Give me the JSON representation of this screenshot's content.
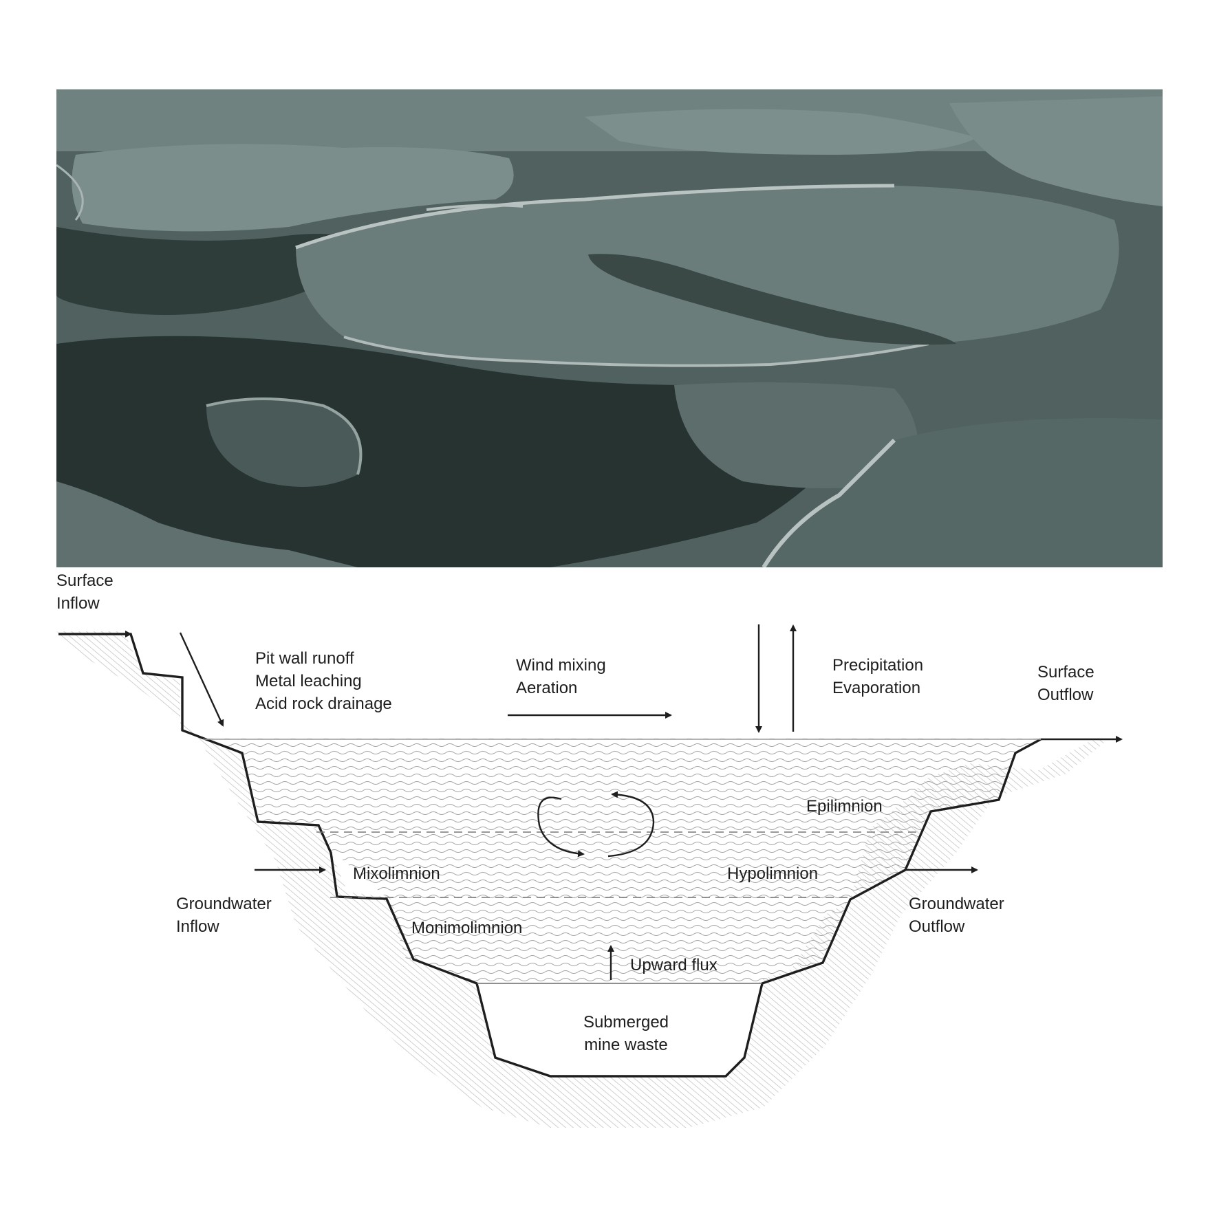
{
  "photo": {
    "description_icon": "aerial-lake-photo",
    "tint": "#5d6e6c"
  },
  "labels": {
    "surface_inflow": [
      "Surface",
      "Inflow"
    ],
    "pit_wall": [
      "Pit wall runoff",
      "Metal leaching",
      "Acid rock drainage"
    ],
    "wind": [
      "Wind mixing",
      "Aeration"
    ],
    "precip": [
      "Precipitation",
      "Evaporation"
    ],
    "surface_outflow": [
      "Surface",
      "Outflow"
    ],
    "epilimnion": "Epilimnion",
    "mixolimnion": "Mixolimnion",
    "hypolimnion": "Hypolimnion",
    "groundwater_inflow": [
      "Groundwater",
      "Inflow"
    ],
    "groundwater_outflow": [
      "Groundwater",
      "Outflow"
    ],
    "monimolimnion": "Monimolimnion",
    "upward_flux": "Upward flux",
    "mine_waste": [
      "Submerged",
      "mine waste"
    ]
  },
  "colors": {
    "ink": "#1e1e1e",
    "water_wave": "#9a9a9a",
    "ground_hatch": "#c4c4c4"
  }
}
